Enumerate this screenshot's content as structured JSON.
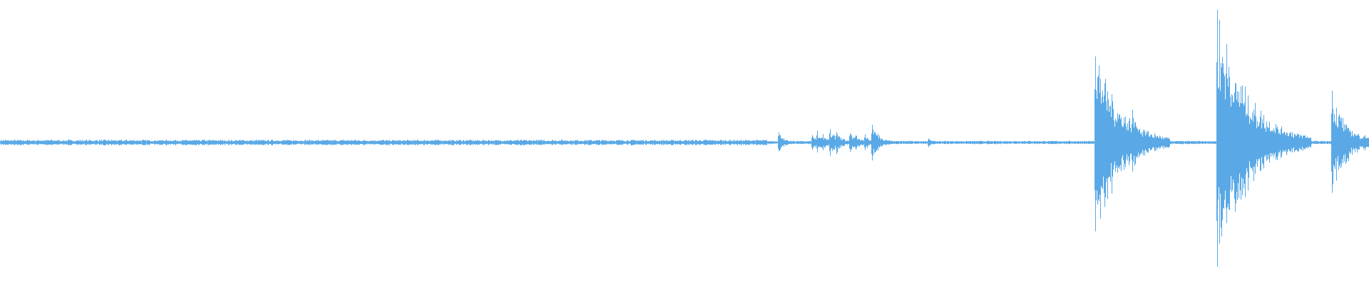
{
  "waveform": {
    "color": "#5aa9e6",
    "background": "#ffffff",
    "baseline_amplitude": 0.012,
    "events": [
      {
        "time": 0.569,
        "amplitude": 0.07
      },
      {
        "time": 0.593,
        "amplitude": 0.05
      },
      {
        "time": 0.597,
        "amplitude": 0.08
      },
      {
        "time": 0.601,
        "amplitude": 0.06
      },
      {
        "time": 0.606,
        "amplitude": 0.1
      },
      {
        "time": 0.611,
        "amplitude": 0.08
      },
      {
        "time": 0.621,
        "amplitude": 0.07
      },
      {
        "time": 0.625,
        "amplitude": 0.06
      },
      {
        "time": 0.632,
        "amplitude": 0.06
      },
      {
        "time": 0.637,
        "amplitude": 0.13
      },
      {
        "time": 0.678,
        "amplitude": 0.03
      },
      {
        "time": 0.8,
        "amplitude": 0.72
      },
      {
        "time": 0.802,
        "amplitude": 0.45
      },
      {
        "time": 0.807,
        "amplitude": 0.18
      },
      {
        "time": 0.827,
        "amplitude": 0.22
      },
      {
        "time": 0.889,
        "amplitude": 0.95
      },
      {
        "time": 0.892,
        "amplitude": 0.35
      },
      {
        "time": 0.897,
        "amplitude": 0.4
      },
      {
        "time": 0.9,
        "amplitude": 0.38
      },
      {
        "time": 0.906,
        "amplitude": 0.4
      },
      {
        "time": 0.911,
        "amplitude": 0.18
      },
      {
        "time": 0.973,
        "amplitude": 0.38
      },
      {
        "time": 0.978,
        "amplitude": 0.08
      },
      {
        "time": 0.997,
        "amplitude": 0.06
      }
    ]
  }
}
